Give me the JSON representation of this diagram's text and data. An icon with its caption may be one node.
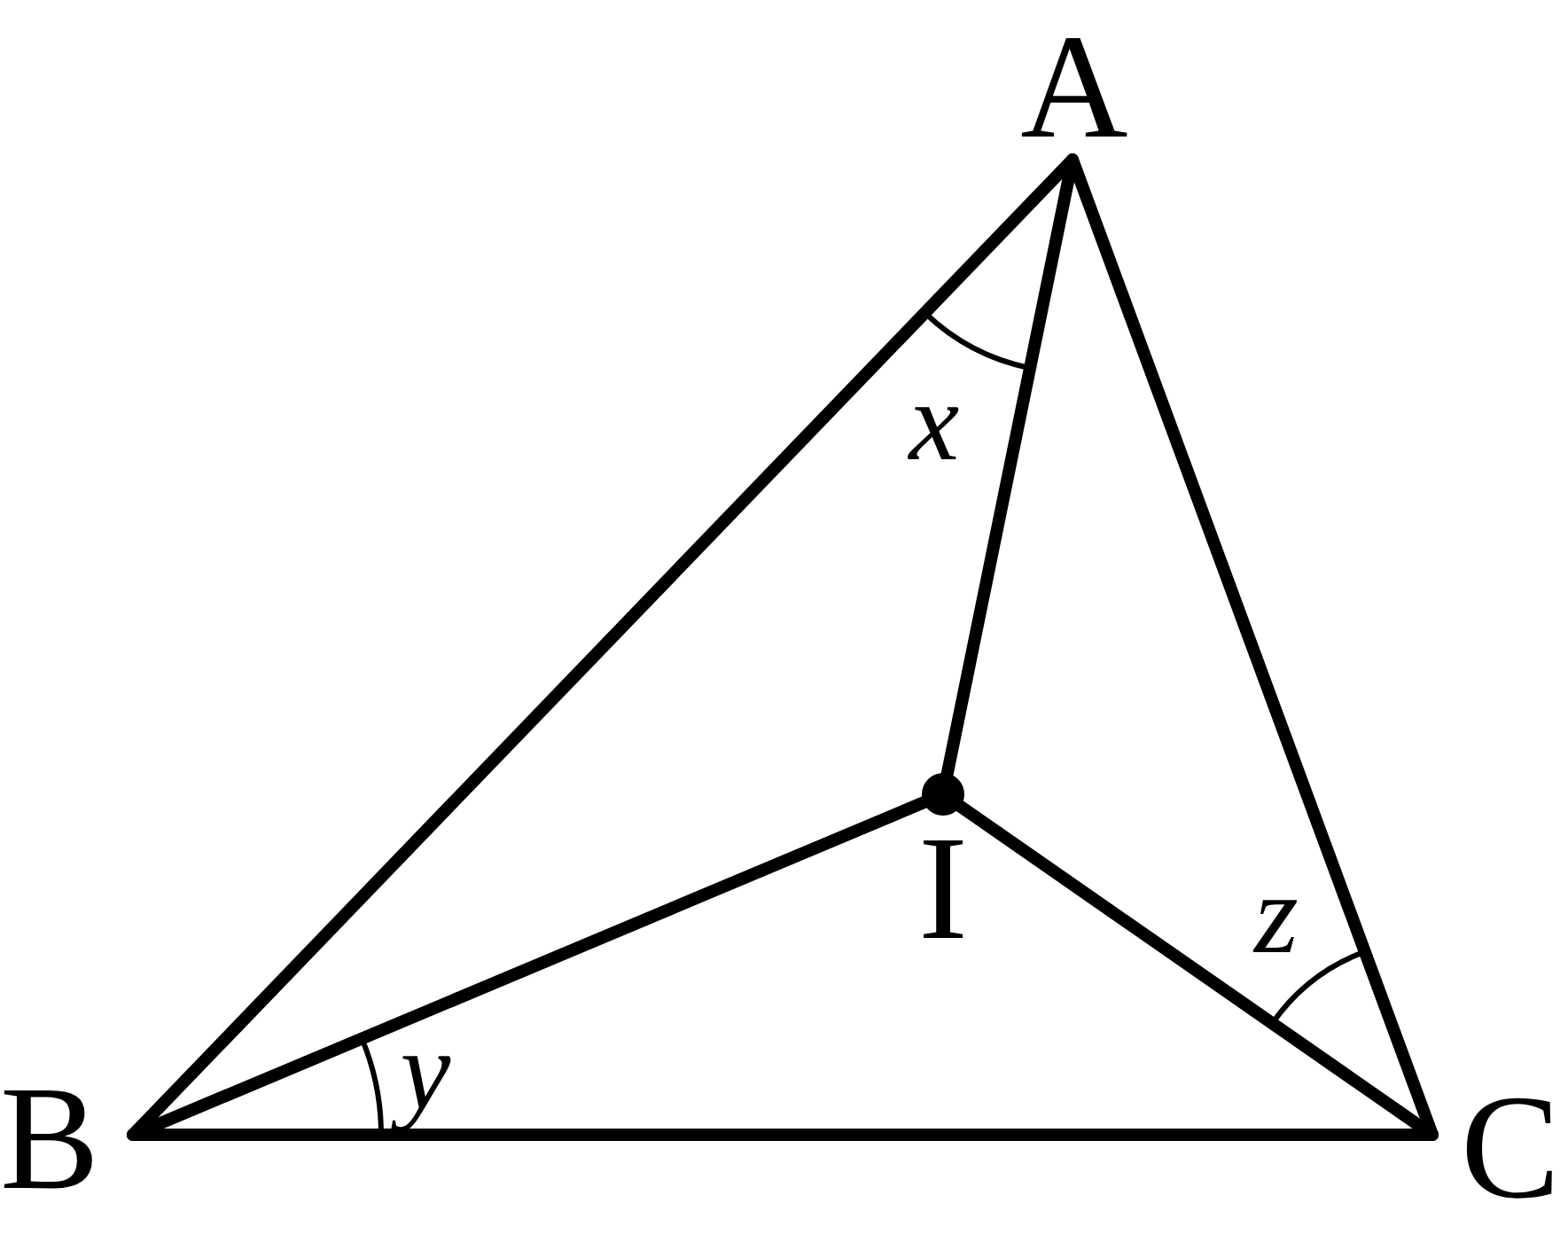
{
  "diagram": {
    "nodes": [
      {
        "text": [
          "A"
        ]
      },
      {
        "text": [
          "B"
        ]
      },
      {
        "text": [
          "C"
        ]
      },
      {
        "text": [
          "I"
        ]
      }
    ],
    "edges": [
      {
        "from": 0,
        "to": 1,
        "arrow": "none"
      },
      {
        "from": 0,
        "to": 2,
        "arrow": "none"
      },
      {
        "from": 1,
        "to": 2,
        "arrow": "none"
      },
      {
        "from": 0,
        "to": 3,
        "arrow": "none"
      },
      {
        "from": 1,
        "to": 3,
        "arrow": "none"
      },
      {
        "from": 2,
        "to": 3,
        "arrow": "none"
      }
    ],
    "labels": [
      "x",
      "z",
      "y"
    ]
  }
}
